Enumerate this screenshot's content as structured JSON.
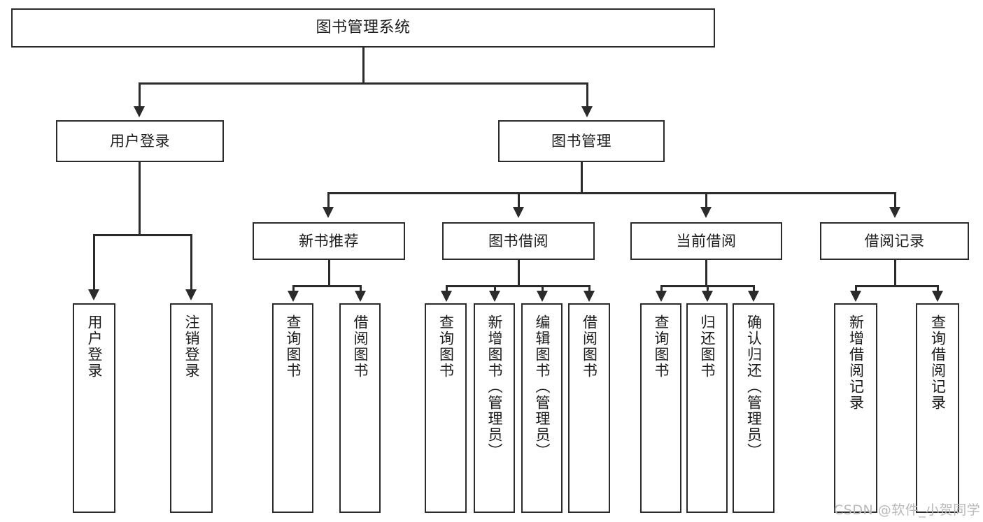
{
  "diagram": {
    "type": "tree",
    "title": "图书管理系统",
    "root": {
      "label": "图书管理系统"
    },
    "level2": [
      {
        "label": "用户登录"
      },
      {
        "label": "图书管理"
      }
    ],
    "level3": [
      {
        "label": "新书推荐"
      },
      {
        "label": "图书借阅"
      },
      {
        "label": "当前借阅"
      },
      {
        "label": "借阅记录"
      }
    ],
    "leaves": {
      "user_login": [
        {
          "label": "用户登录"
        },
        {
          "label": "注销登录"
        }
      ],
      "new_book_recommend": [
        {
          "label": "查询图书"
        },
        {
          "label": "借阅图书"
        }
      ],
      "book_borrow": [
        {
          "label": "查询图书"
        },
        {
          "label": "新增图书（管理员）"
        },
        {
          "label": "编辑图书（管理员）"
        },
        {
          "label": "借阅图书"
        }
      ],
      "current_borrow": [
        {
          "label": "查询图书"
        },
        {
          "label": "归还图书"
        },
        {
          "label": "确认归还（管理员）"
        }
      ],
      "borrow_record": [
        {
          "label": "新增借阅记录"
        },
        {
          "label": "查询借阅记录"
        }
      ]
    }
  },
  "watermark": {
    "text": "CSDN @软件_小贺同学"
  },
  "colors": {
    "stroke": "#2b2b2b",
    "fill": "#ffffff",
    "text": "#1c1c1c",
    "watermark": "#b9b9b9"
  }
}
